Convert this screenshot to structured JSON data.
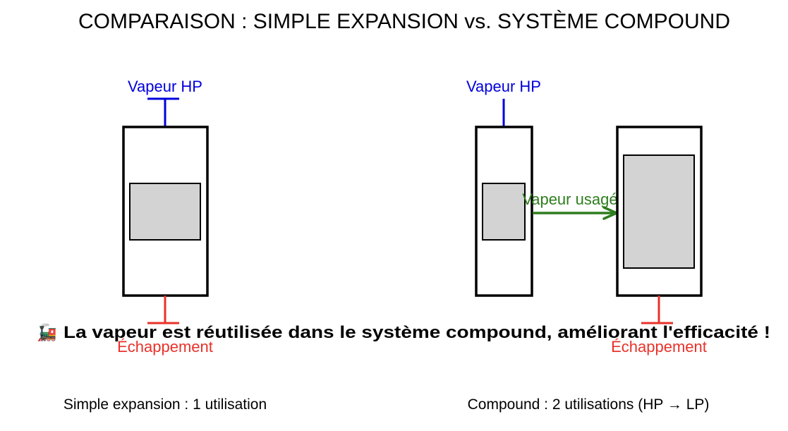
{
  "title": "COMPARAISON : SIMPLE EXPANSION vs. SYSTÈME COMPOUND",
  "colors": {
    "steam": "#0000dd",
    "exhaust": "#e8322a",
    "transfer": "#2e7d1e",
    "piston": "#d3d3d3",
    "outline": "#000000"
  },
  "simple": {
    "inlet_label": "Vapeur HP",
    "exhaust_label": "Échappement",
    "caption": "Simple expansion : 1 utilisation"
  },
  "compound": {
    "inlet_label": "Vapeur HP",
    "transfer_label": "Vapeur usagée",
    "exhaust_label": "Échappement",
    "caption": "Compound : 2 utilisations (HP → LP)"
  },
  "note": {
    "icon": "locomotive-icon",
    "glyph": "🚂",
    "text": "La vapeur est réutilisée dans le système compound, améliorant l'efficacité !"
  }
}
